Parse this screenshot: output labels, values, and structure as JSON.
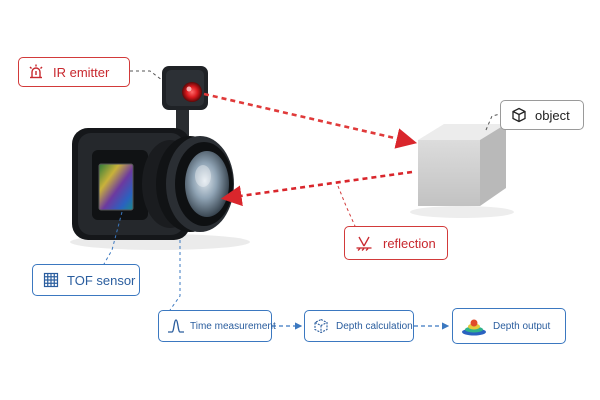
{
  "labels": {
    "ir_emitter": "IR emitter",
    "object": "object",
    "reflection": "reflection",
    "tof_sensor": "TOF sensor",
    "time_measurement": "Time measurement",
    "depth_calculation": "Depth calculation",
    "depth_output": "Depth output"
  },
  "icons": {
    "ir_emitter": "emitter-icon",
    "object": "cube-icon",
    "reflection": "reflection-icon",
    "tof_sensor": "sensor-grid-icon",
    "time_measurement": "pulse-icon",
    "depth_calculation": "cube-calc-icon",
    "depth_output": "depth-map-icon"
  },
  "colors": {
    "emitted_beam": "#e03a3a",
    "reflected_beam": "#d9262c",
    "annotation_red": "#d23a3a",
    "annotation_blue": "#3b78c0",
    "annotation_gray": "#9a9a9a"
  }
}
